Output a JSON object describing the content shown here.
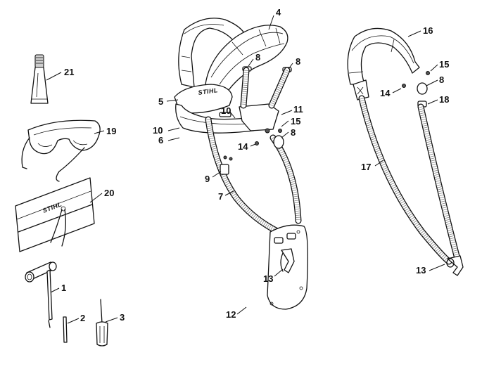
{
  "brand": {
    "label": "STIHL"
  },
  "callouts": [
    {
      "id": "c21",
      "text": "21"
    },
    {
      "id": "c19",
      "text": "19"
    },
    {
      "id": "c20",
      "text": "20"
    },
    {
      "id": "c1",
      "text": "1"
    },
    {
      "id": "c2",
      "text": "2"
    },
    {
      "id": "c3",
      "text": "3"
    },
    {
      "id": "c4",
      "text": "4"
    },
    {
      "id": "c8a",
      "text": "8"
    },
    {
      "id": "c8b",
      "text": "8"
    },
    {
      "id": "c5",
      "text": "5"
    },
    {
      "id": "c10a",
      "text": "10"
    },
    {
      "id": "c10b",
      "text": "10"
    },
    {
      "id": "c6",
      "text": "6"
    },
    {
      "id": "c11",
      "text": "11"
    },
    {
      "id": "c15a",
      "text": "15"
    },
    {
      "id": "c8c",
      "text": "8"
    },
    {
      "id": "c14a",
      "text": "14"
    },
    {
      "id": "c9",
      "text": "9"
    },
    {
      "id": "c7",
      "text": "7"
    },
    {
      "id": "c13a",
      "text": "13"
    },
    {
      "id": "c12",
      "text": "12"
    },
    {
      "id": "c16",
      "text": "16"
    },
    {
      "id": "c15b",
      "text": "15"
    },
    {
      "id": "c8d",
      "text": "8"
    },
    {
      "id": "c14b",
      "text": "14"
    },
    {
      "id": "c18",
      "text": "18"
    },
    {
      "id": "c17",
      "text": "17"
    },
    {
      "id": "c13b",
      "text": "13"
    }
  ]
}
